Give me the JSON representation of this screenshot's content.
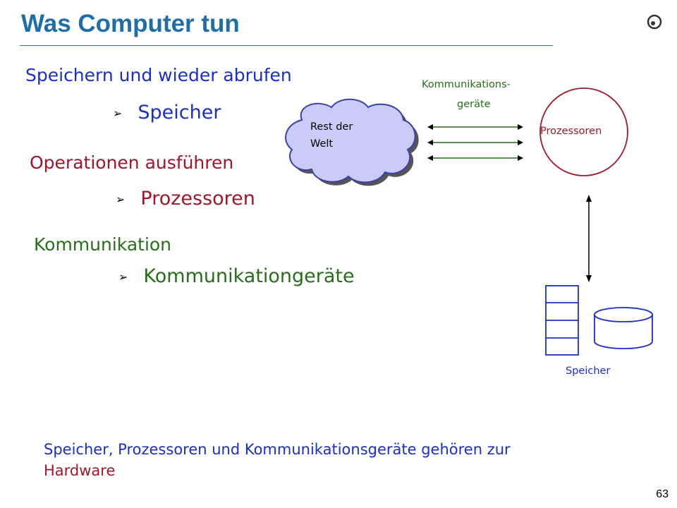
{
  "slide": {
    "title": "Was Computer tun",
    "page_number": "63"
  },
  "sections": [
    {
      "heading": "Speichern und wieder abrufen",
      "bullet": "Speicher",
      "color": "#1a2fc8"
    },
    {
      "heading": "Operationen ausführen",
      "bullet": "Prozessoren",
      "color": "#a0162a"
    },
    {
      "heading": "Kommunikation",
      "bullet": "Kommunikationgeräte",
      "color": "#276f1a"
    }
  ],
  "diagram": {
    "cloud_label_line1": "Rest der",
    "cloud_label_line2": "Welt",
    "comm_label_line1": "Kommunikations-",
    "comm_label_line2": "geräte",
    "processor_label": "Prozessoren",
    "memory_label": "Speicher",
    "comm_label_color": "#276f1a",
    "processor_color": "#a0162a",
    "memory_color": "#1a2fc8"
  },
  "footer": {
    "line1": "Speicher, Prozessoren und Kommunikationsgeräte gehören zur",
    "line2": "Hardware"
  },
  "logo": {
    "name": "logo-icon"
  }
}
